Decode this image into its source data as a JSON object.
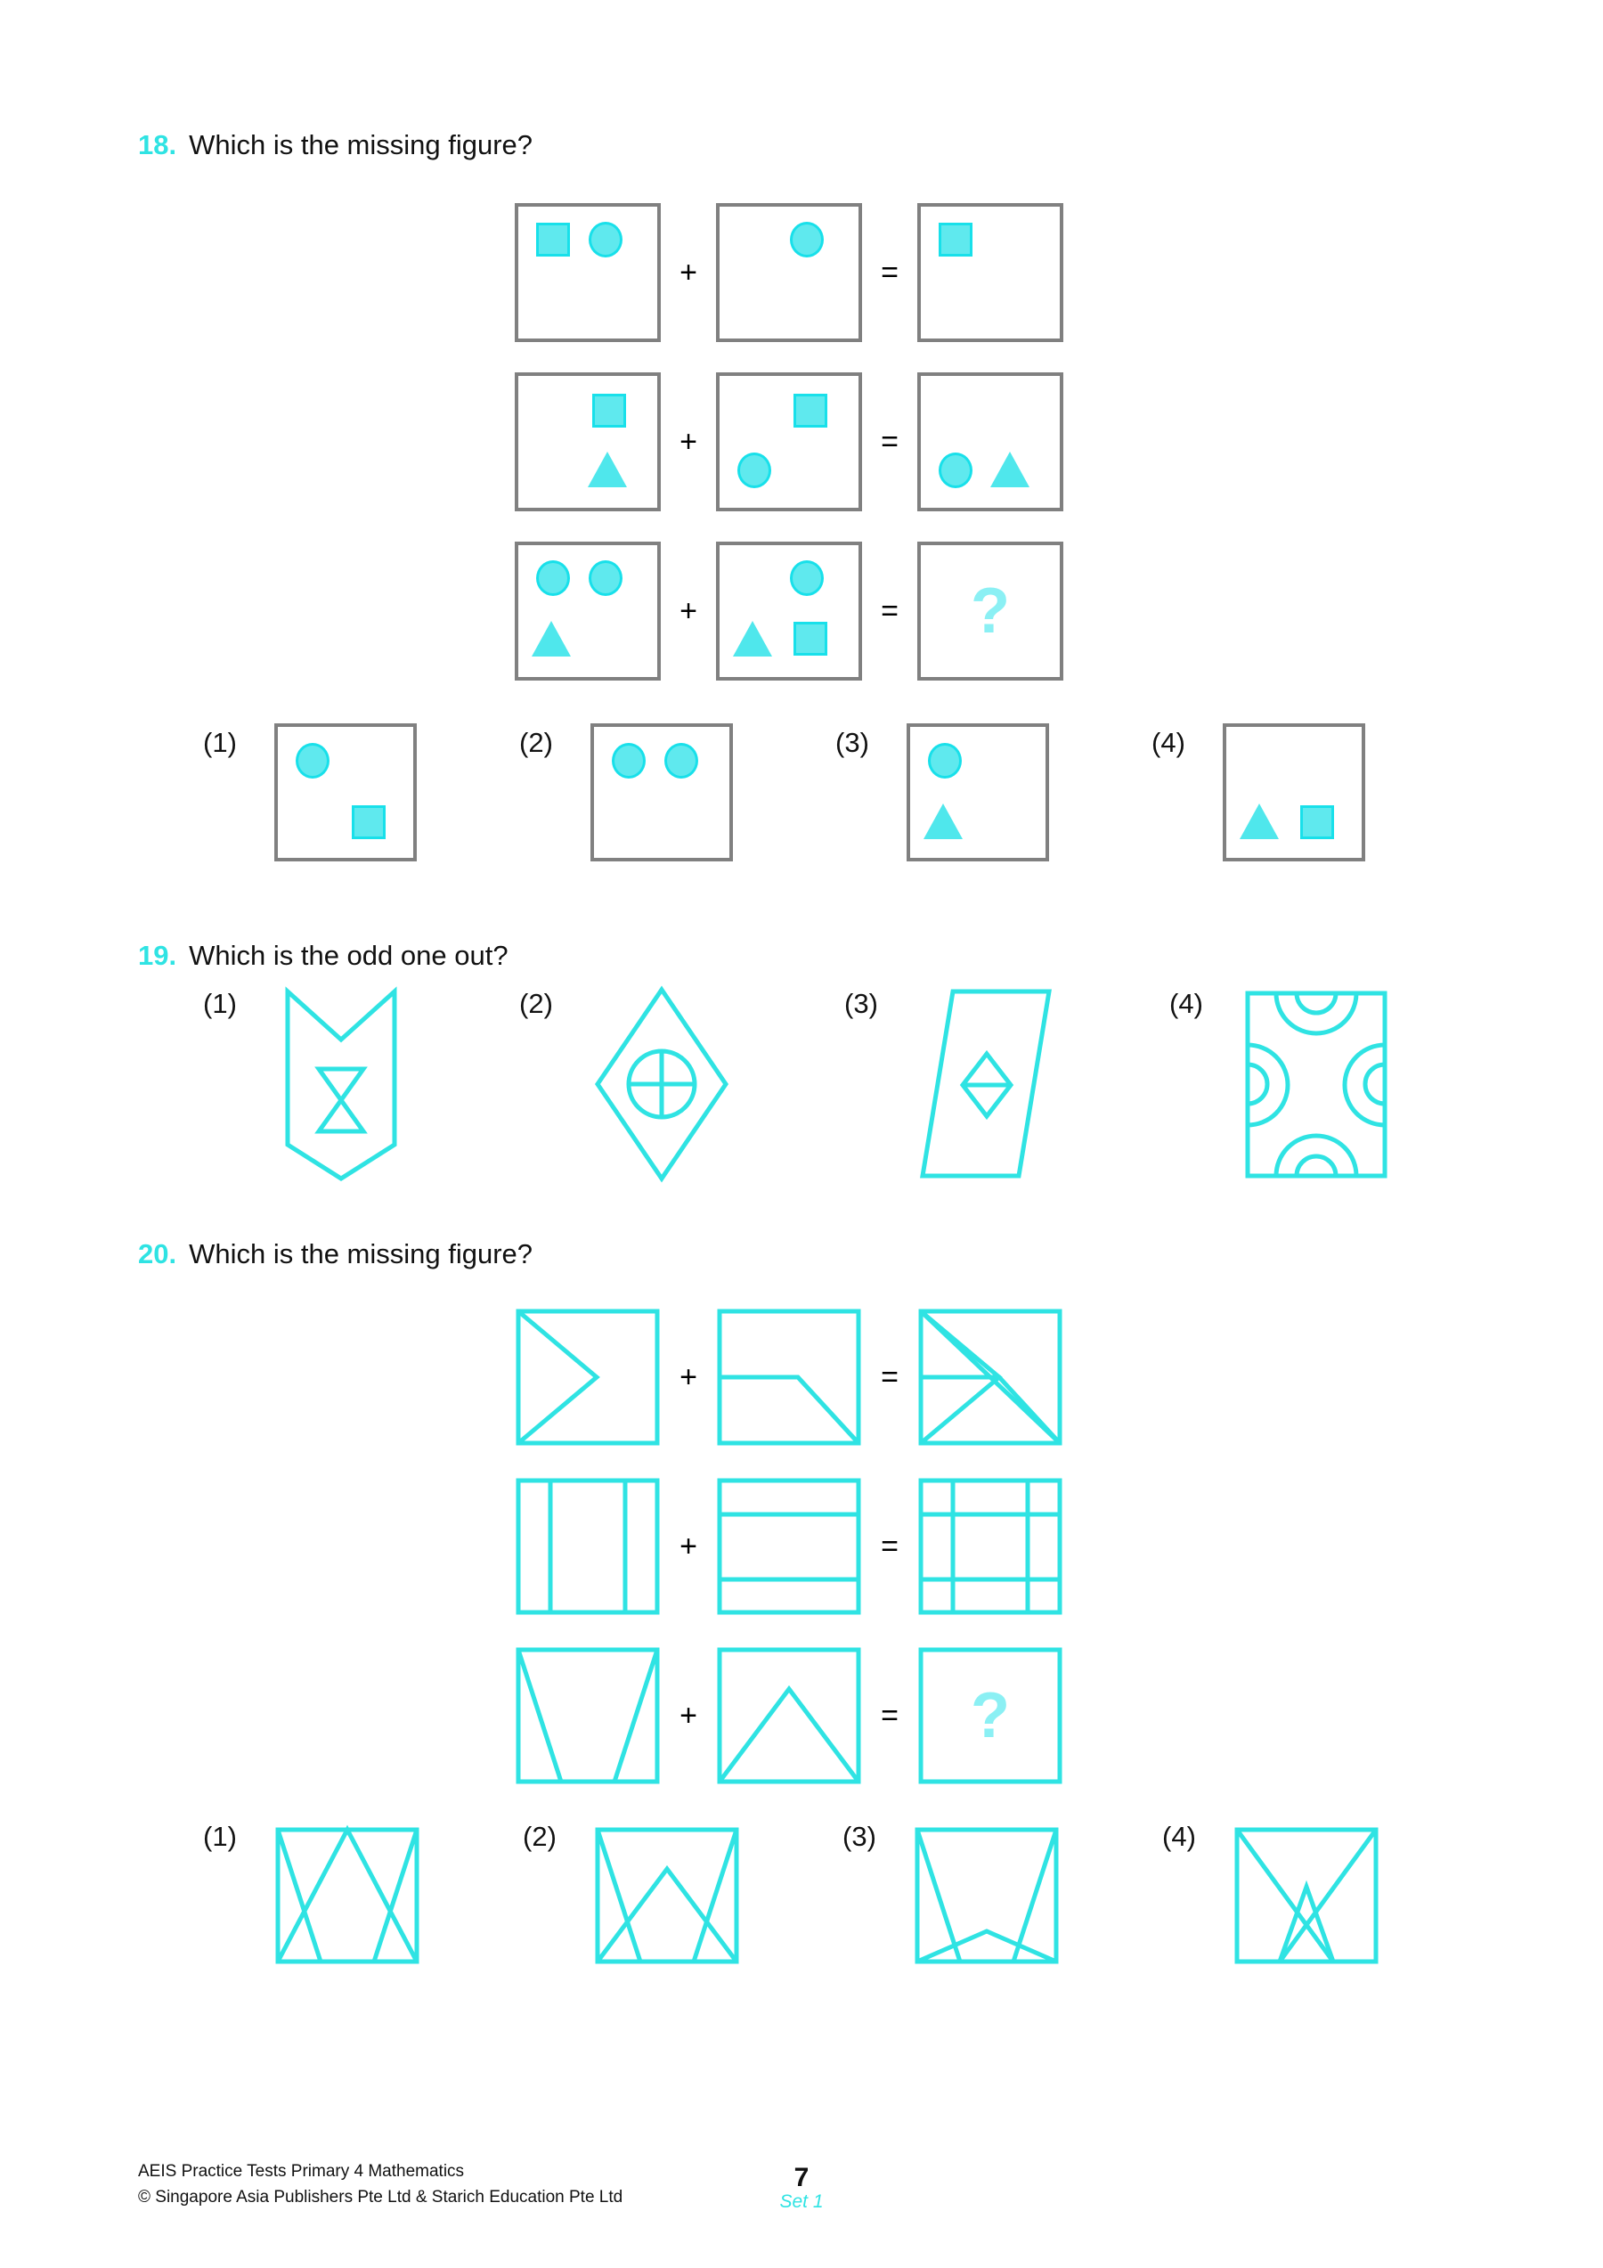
{
  "questions": [
    {
      "number": "18.",
      "text": "Which is the missing figure?",
      "matrix": [
        {
          "a": "square-top-left, circle-top-right",
          "op1": "+",
          "b": "circle-top-right",
          "op2": "=",
          "c": "square-top-left"
        },
        {
          "a": "square-top-right, triangle-bottom-right",
          "op1": "+",
          "b": "square-top-right, circle-bottom-left",
          "op2": "=",
          "c": "circle-bottom-left, triangle-bottom-right"
        },
        {
          "a": "circle-top-left, circle-top-right, triangle-bottom-left",
          "op1": "+",
          "b": "circle-top-right, triangle-bottom-left, square-bottom-right",
          "op2": "=",
          "c": "?"
        }
      ],
      "options": [
        {
          "label": "(1)",
          "content": "circle-top-left, square-bottom-right"
        },
        {
          "label": "(2)",
          "content": "circle-top-left, circle-top-right"
        },
        {
          "label": "(3)",
          "content": "circle-top-left, triangle-bottom-left"
        },
        {
          "label": "(4)",
          "content": "triangle-bottom-left, square-bottom-right"
        }
      ]
    },
    {
      "number": "19.",
      "text": "Which is the odd one out?",
      "options": [
        {
          "label": "(1)",
          "content": "banner-with-hourglass"
        },
        {
          "label": "(2)",
          "content": "rhombus-with-crossed-circle"
        },
        {
          "label": "(3)",
          "content": "parallelogram-with-small-rhombus"
        },
        {
          "label": "(4)",
          "content": "rectangle-with-four-semicircle-notches"
        }
      ]
    },
    {
      "number": "20.",
      "text": "Which is the missing figure?",
      "matrix": [
        {
          "a": "chevron-pointing-right",
          "op1": "+",
          "b": "horizontal-line-then-diagonal-to-bottom-right",
          "op2": "=",
          "c": "chevron-plus-diagonal-overlay"
        },
        {
          "a": "two-vertical-lines",
          "op1": "+",
          "b": "two-horizontal-lines",
          "op2": "=",
          "c": "three-by-three-grid"
        },
        {
          "a": "two-converging-diagonals-funnel",
          "op1": "+",
          "b": "large-triangle-peak",
          "op2": "=",
          "c": "?"
        }
      ],
      "options": [
        {
          "label": "(1)",
          "content": "funnel-with-tall-triangle"
        },
        {
          "label": "(2)",
          "content": "funnel-with-medium-peak"
        },
        {
          "label": "(3)",
          "content": "funnel-with-low-peak"
        },
        {
          "label": "(4)",
          "content": "crossed-diagonals-with-small-peak"
        }
      ]
    }
  ],
  "footer": {
    "line1": "AEIS Practice Tests Primary 4 Mathematics",
    "line2": "© Singapore Asia Publishers Pte Ltd & Starich Education Pte Ltd",
    "page_number": "7",
    "set_label": "Set 1"
  },
  "colors": {
    "accent": "#2fe3e3",
    "shape_fill": "#5fe9ee",
    "shape_stroke": "#18e0ea",
    "box_grey": "#808080",
    "text": "#111111"
  }
}
